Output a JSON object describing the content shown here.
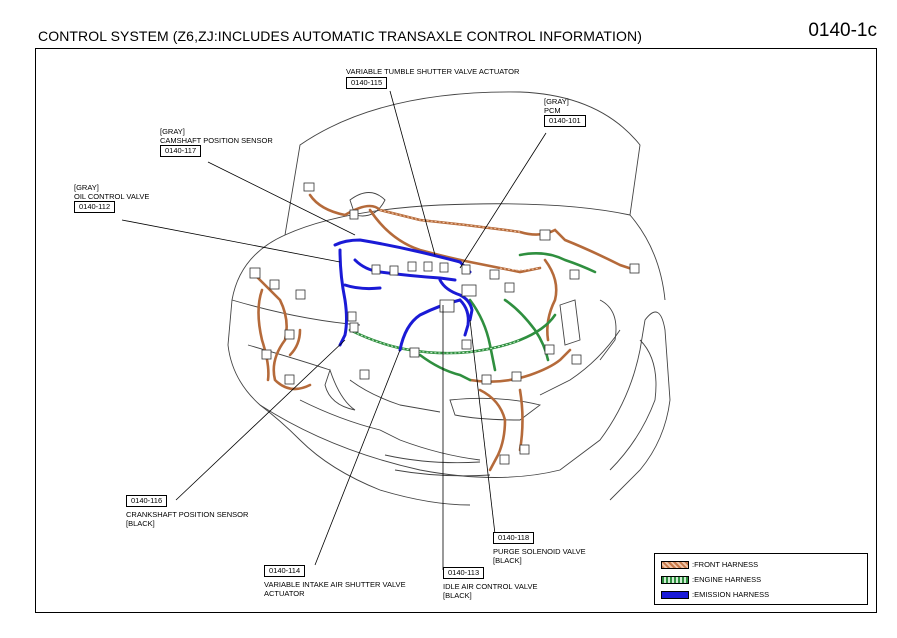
{
  "header": {
    "title": "CONTROL SYSTEM (Z6,ZJ:INCLUDES AUTOMATIC TRANSAXLE CONTROL INFORMATION)",
    "code": "0140-1c"
  },
  "callouts": {
    "vtsv": {
      "name": "VARIABLE TUMBLE SHUTTER VALVE ACTUATOR",
      "code": "0140-115"
    },
    "pcm": {
      "color": "[GRAY]",
      "name": "PCM",
      "code": "0140-101"
    },
    "cmp": {
      "color": "[GRAY]",
      "name": "CAMSHAFT POSITION SENSOR",
      "code": "0140-117"
    },
    "ocv": {
      "color": "[GRAY]",
      "name": "OIL CONTROL VALVE",
      "code": "0140-112"
    },
    "ckp": {
      "code": "0140-116",
      "name": "CRANKSHAFT POSITION SENSOR",
      "color": "[BLACK]"
    },
    "vias": {
      "code": "0140-114",
      "name_line1": "VARIABLE INTAKE AIR SHUTTER VALVE",
      "name_line2": "ACTUATOR"
    },
    "iac": {
      "code": "0140-113",
      "name": "IDLE AIR CONTROL VALVE",
      "color": "[BLACK]"
    },
    "purge": {
      "code": "0140-118",
      "name": "PURGE SOLENOID VALVE",
      "color": "[BLACK]"
    }
  },
  "legend": {
    "items": [
      {
        "label": ":FRONT HARNESS",
        "color": "#c7794a"
      },
      {
        "label": ":ENGINE HARNESS",
        "color": "#2f8f3f"
      },
      {
        "label": ":EMISSION HARNESS",
        "color": "#1a1ad6"
      }
    ]
  }
}
